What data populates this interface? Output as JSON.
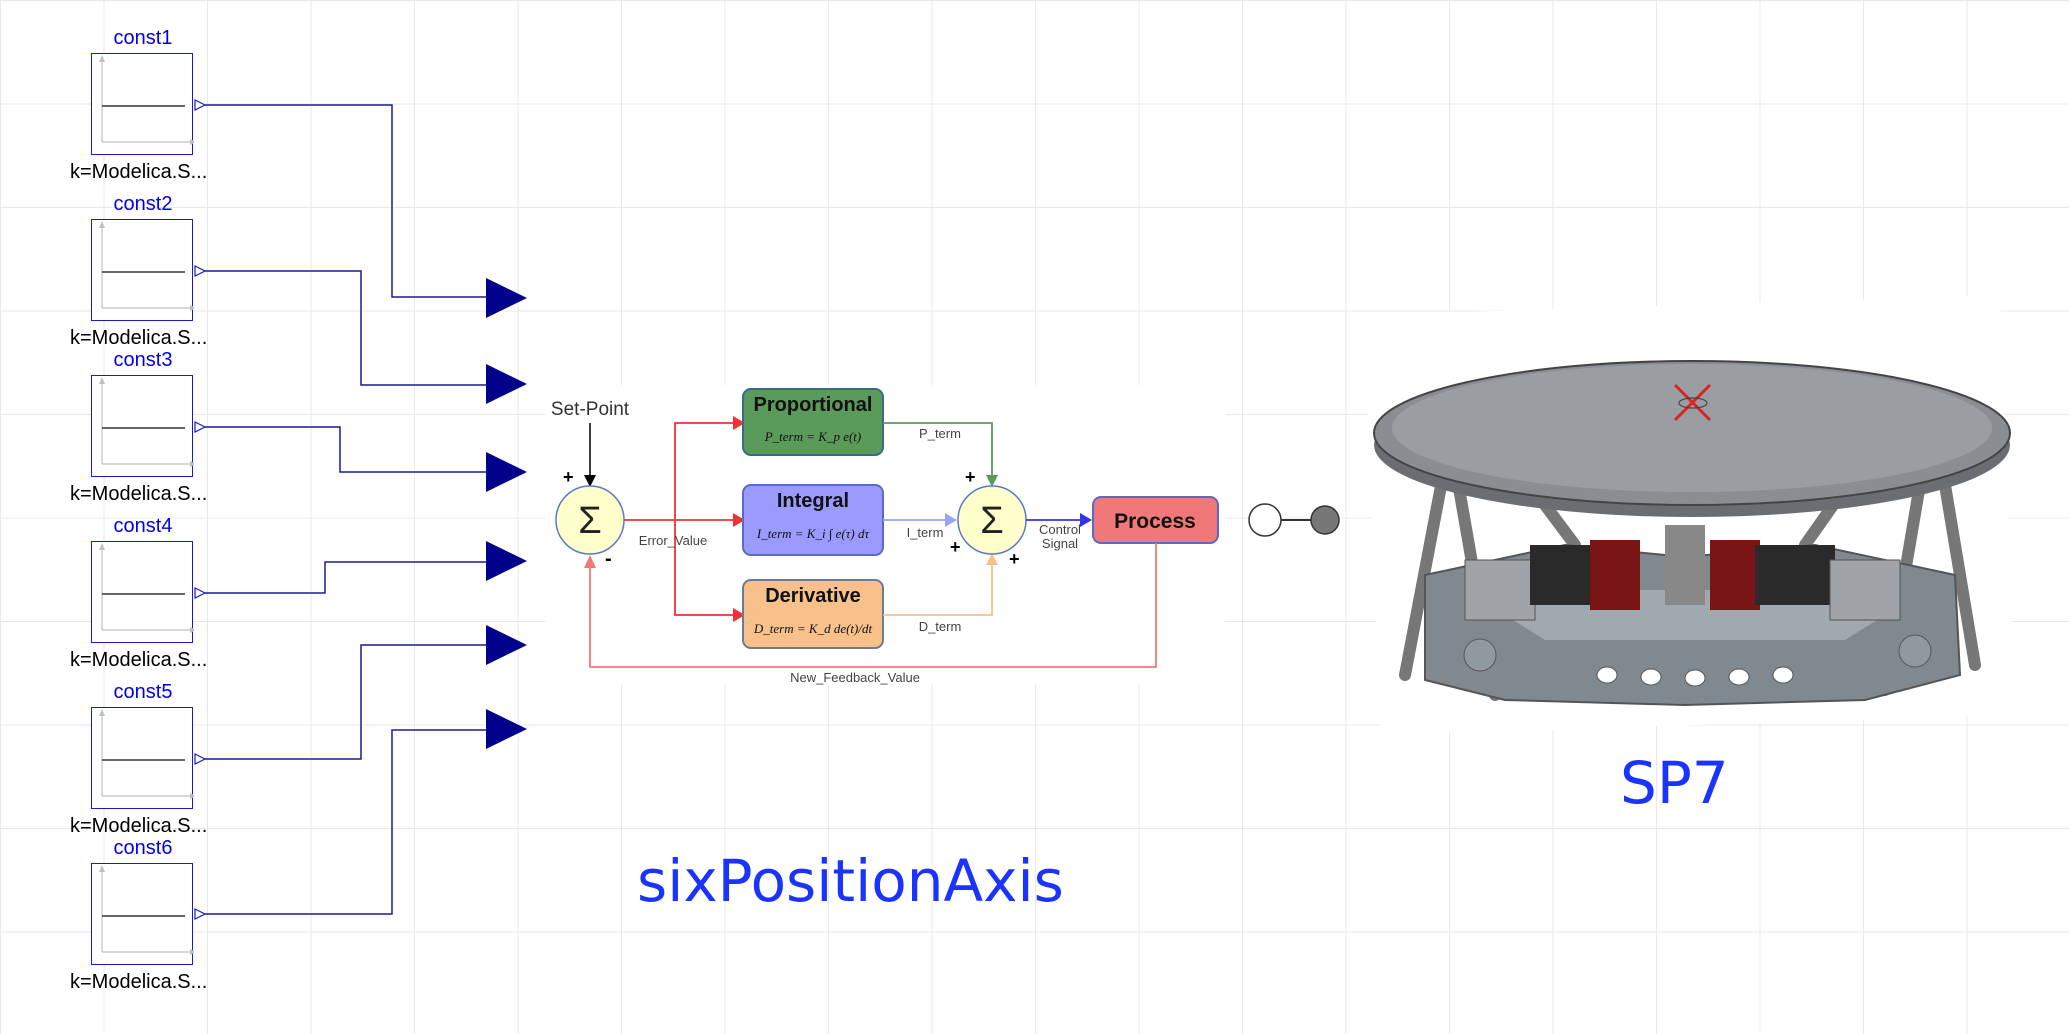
{
  "diagram": {
    "constants": [
      {
        "name": "const1",
        "param": "k=Modelica.S..."
      },
      {
        "name": "const2",
        "param": "k=Modelica.S..."
      },
      {
        "name": "const3",
        "param": "k=Modelica.S..."
      },
      {
        "name": "const4",
        "param": "k=Modelica.S..."
      },
      {
        "name": "const5",
        "param": "k=Modelica.S..."
      },
      {
        "name": "const6",
        "param": "k=Modelica.S..."
      }
    ],
    "axis_block_label": "sixPositionAxis",
    "platform_label": "SP7",
    "pid": {
      "set_point": "Set-Point",
      "sum_symbol": "Σ",
      "plus": "+",
      "minus": "-",
      "error_value": "Error_Value",
      "proportional": "Proportional",
      "proportional_formula": "P_term = K_p e(t)",
      "integral": "Integral",
      "integral_formula": "I_term = K_i ∫ e(τ) dτ",
      "derivative": "Derivative",
      "derivative_formula": "D_term = K_d de(t)/dt",
      "p_term": "P_term",
      "i_term": "I_term",
      "d_term": "D_term",
      "control_signal_1": "Control",
      "control_signal_2": "Signal",
      "process": "Process",
      "feedback": "New_Feedback_Value"
    },
    "colors": {
      "wire": "#1a1a99",
      "port_fill": "#00008b",
      "label_blue": "#0000ee",
      "proportional_fill": "#5a9a5a",
      "integral_fill": "#9a9aff",
      "derivative_fill": "#f8c08a",
      "process_fill": "#f07878",
      "sum_fill": "#ffffcc"
    }
  }
}
